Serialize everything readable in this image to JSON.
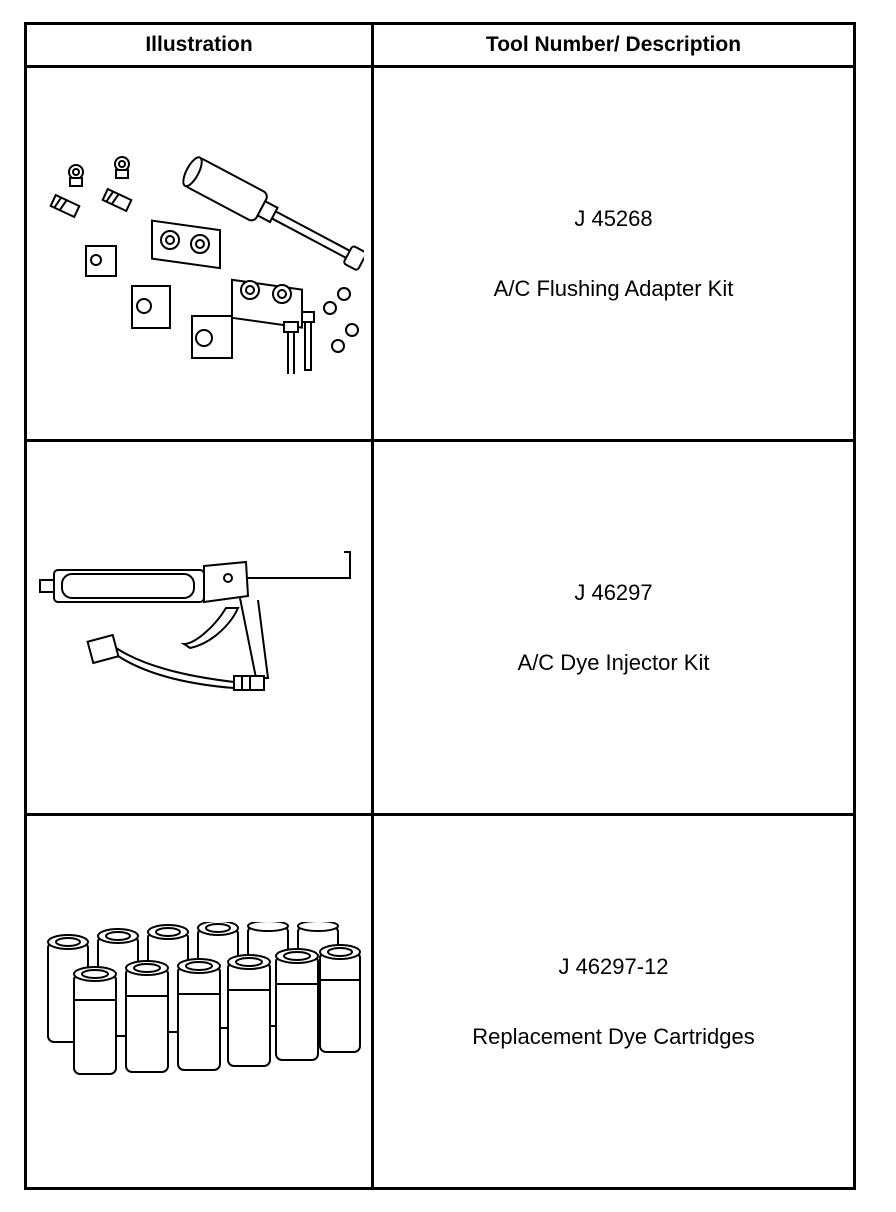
{
  "table": {
    "headers": {
      "illustration": "Illustration",
      "description": "Tool Number/ Description"
    },
    "rows": [
      {
        "tool_number": "J 45268",
        "description": "A/C Flushing Adapter Kit",
        "illustration_icon": "flushing-adapter-kit-icon"
      },
      {
        "tool_number": "J 46297",
        "description": "A/C Dye Injector Kit",
        "illustration_icon": "dye-injector-gun-icon"
      },
      {
        "tool_number": "J 46297-12",
        "description": "Replacement Dye Cartridges",
        "illustration_icon": "dye-cartridges-icon"
      }
    ]
  }
}
